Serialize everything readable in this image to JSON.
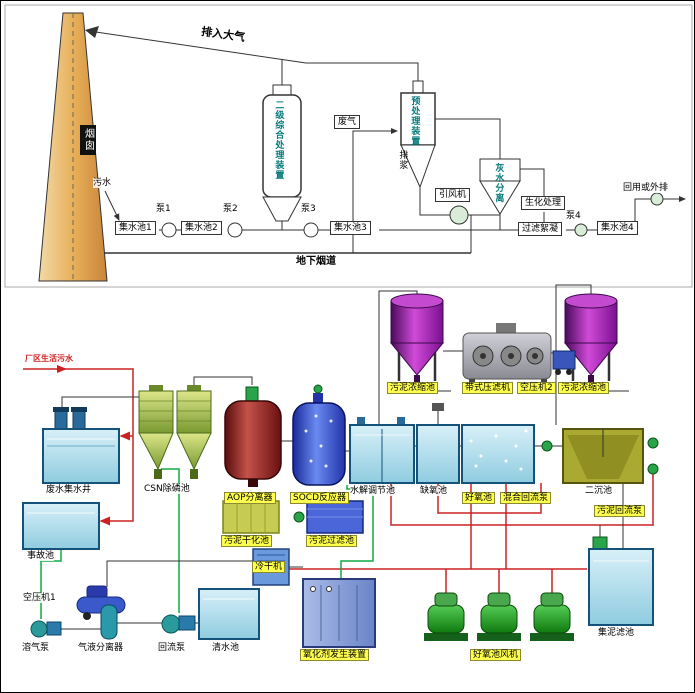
{
  "colors": {
    "pipe_red": "#cc2222",
    "pipe_green": "#11aa44",
    "pool_cyan": "#aee0ee",
    "thickener_purple": "#bb33cc",
    "aop_maroon": "#8a1a1a",
    "socd_blue": "#3a50d8",
    "label_yellow": "#ffff4d",
    "chimney_tan": "#e8b05a",
    "clarifier_olive": "#a0a030"
  },
  "top": {
    "labels": {
      "atmosphere": "排入大气",
      "chimney": "烟囱",
      "sewage": "污水",
      "sump1": "集水池1",
      "pump1": "泵1",
      "sump2": "集水池2",
      "pump2": "泵2",
      "pump3": "泵3",
      "sump3": "集水池3",
      "secondary_unit": "二级综合处理装置",
      "waste_gas": "废气",
      "pretreat_unit": "预处理装置",
      "slurry": "排浆",
      "fan": "引风机",
      "ash_water_sep": "灰水分离",
      "bio_treat": "生化处理",
      "filter_floc": "过滤絮凝",
      "pump4": "泵4",
      "sump4": "集水池4",
      "reuse": "回用或外排",
      "underground_flue": "地下烟道"
    }
  },
  "bottom": {
    "labels": {
      "influent": "厂区生活污水",
      "collect_well": "废水集水井",
      "csn_tank": "CSN除磷池",
      "aop_separator": "AOP分离器",
      "socd_reactor": "SOCD反应器",
      "hydrolysis_tank": "水解调节池",
      "anoxic_tank": "缺氧池",
      "aerobic_tank": "好氧池",
      "mix_return_pump": "混合回流泵",
      "secondary_clarifier": "二沉池",
      "thickener_left": "污泥浓缩池",
      "belt_press": "带式压滤机",
      "air_compressor2": "空压机2",
      "thickener_right": "污泥浓缩池",
      "sludge_return_pump": "污泥回流泵",
      "accident_pool": "事故池",
      "sludge_drying": "污泥干化池",
      "sludge_filter": "污泥过滤池",
      "cold_dryer": "冷干机",
      "air_compressor1": "空压机1",
      "dissolved_air_pump": "溶气泵",
      "gas_liquid_separator": "气液分离器",
      "return_pump": "回流泵",
      "clear_water_pool": "清水池",
      "oxidizer_generator": "氧化剂发生装置",
      "aerobic_fan": "好氧池风机",
      "sludge_collect_filter": "集泥滤池"
    }
  }
}
